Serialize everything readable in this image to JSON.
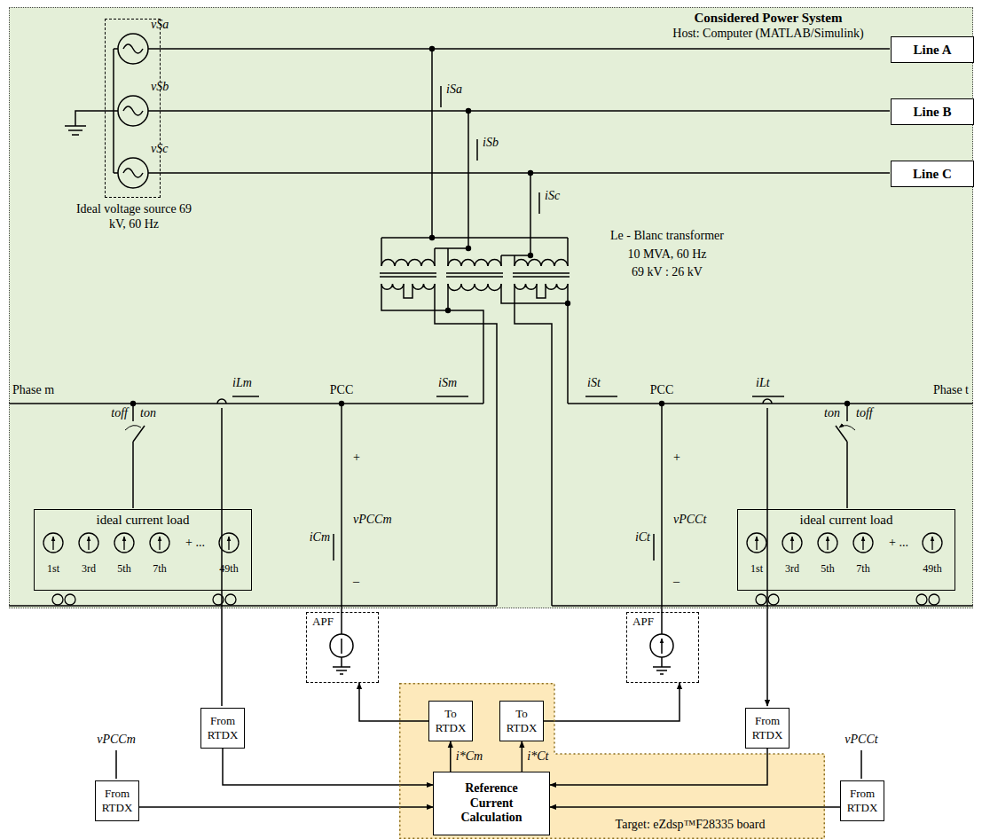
{
  "diagram": {
    "nodes": [
      {
        "text": [
          "Considered Power System",
          "Host: Computer (MATLAB/Simulink)"
        ]
      },
      {
        "text": [
          "Ideal voltage source 69 kV, 60 Hz"
        ],
        "in": 0
      },
      {
        "text": [
          "Line A"
        ],
        "in": 0
      },
      {
        "text": [
          "Line B"
        ],
        "in": 0
      },
      {
        "text": [
          "Line C"
        ],
        "in": 0
      },
      {
        "text": [
          "ideal current load"
        ],
        "in": 0
      },
      {
        "text": [
          "ideal current load"
        ],
        "in": 0
      },
      {
        "text": [
          "APF"
        ]
      },
      {
        "text": [
          "APF"
        ]
      },
      {
        "text": [
          "From RTDX"
        ]
      },
      {
        "text": [
          "From RTDX"
        ]
      },
      {
        "text": [
          "To RTDX"
        ]
      },
      {
        "text": [
          "To RTDX"
        ]
      },
      {
        "text": [
          "From RTDX"
        ]
      },
      {
        "text": [
          "From RTDX"
        ]
      },
      {
        "text": [
          "Target: eZdsp™F28335 board"
        ]
      },
      {
        "text": [
          "Reference Current Calculation"
        ],
        "in": 15
      }
    ],
    "edges": [
      {
        "from": 9,
        "to": 16,
        "arrow": "to"
      },
      {
        "from": 10,
        "to": 16,
        "arrow": "to"
      },
      {
        "from": 16,
        "to": 11,
        "label": "i*Cm",
        "arrow": "to"
      },
      {
        "from": 11,
        "to": 7,
        "arrow": "to"
      },
      {
        "from": 16,
        "to": 12,
        "label": "i*Ct",
        "arrow": "to"
      },
      {
        "from": 12,
        "to": 8,
        "arrow": "to"
      },
      {
        "from": 13,
        "to": 16,
        "arrow": "to"
      },
      {
        "from": 14,
        "to": 16,
        "arrow": "to"
      }
    ],
    "labels": [
      "vSa",
      "vSb",
      "vSc",
      "iSa",
      "iSb",
      "iSc",
      "Le - Blanc transformer",
      "10 MVA, 60 Hz",
      "69 kV : 26 kV",
      "Phase m",
      "iLm",
      "iSm",
      "PCC",
      "iSt",
      "PCC",
      "iLt",
      "Phase t",
      "toff",
      "ton",
      "ton",
      "toff",
      "+",
      "vPCCm",
      "–",
      "iCm",
      "+",
      "vPCCt",
      "–",
      "iCt",
      "1st",
      "3rd",
      "5th",
      "7th",
      "+ ...",
      "49th",
      "1st",
      "3rd",
      "5th",
      "7th",
      "+ ...",
      "49th",
      "vPCCm",
      "vPCCt"
    ]
  }
}
